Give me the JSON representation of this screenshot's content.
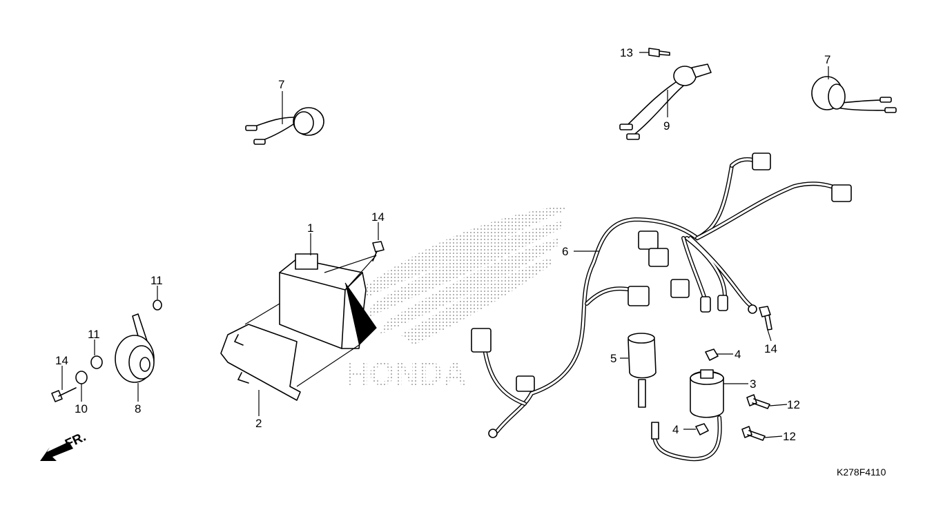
{
  "diagram": {
    "code": "K278F4110",
    "direction_label": "FR.",
    "watermark_text": "HONDA",
    "callouts": [
      "7",
      "13",
      "9",
      "7",
      "1",
      "14",
      "6",
      "11",
      "11",
      "14",
      "10",
      "8",
      "2",
      "14",
      "5",
      "4",
      "3",
      "12",
      "4",
      "12"
    ],
    "colors": {
      "line": "#000000",
      "background": "#ffffff",
      "watermark": "#9a9a9a"
    }
  }
}
